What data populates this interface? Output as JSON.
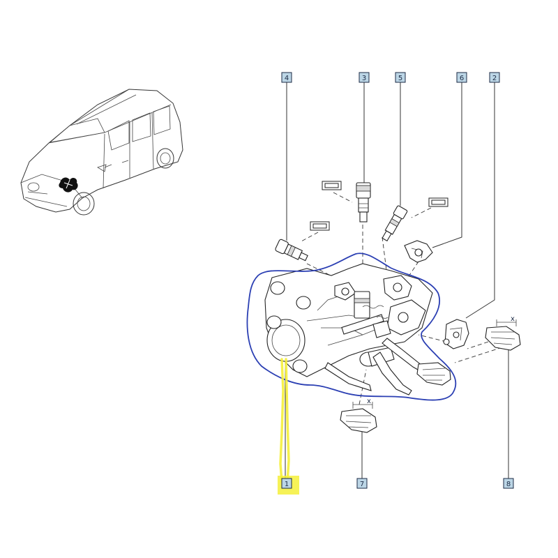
{
  "callouts": [
    {
      "id": "c4",
      "label": "4"
    },
    {
      "id": "c3",
      "label": "3"
    },
    {
      "id": "c5",
      "label": "5"
    },
    {
      "id": "c6",
      "label": "6"
    },
    {
      "id": "c2",
      "label": "2"
    },
    {
      "id": "c1",
      "label": "1"
    },
    {
      "id": "c7",
      "label": "7"
    },
    {
      "id": "c8",
      "label": "8"
    }
  ],
  "dimension_mark": "x",
  "colors": {
    "callout_fill": "#bcd6e6",
    "callout_border": "#1b2a44",
    "outline_blue": "#2b3fb3",
    "highlight_yellow": "#f5f03a"
  }
}
